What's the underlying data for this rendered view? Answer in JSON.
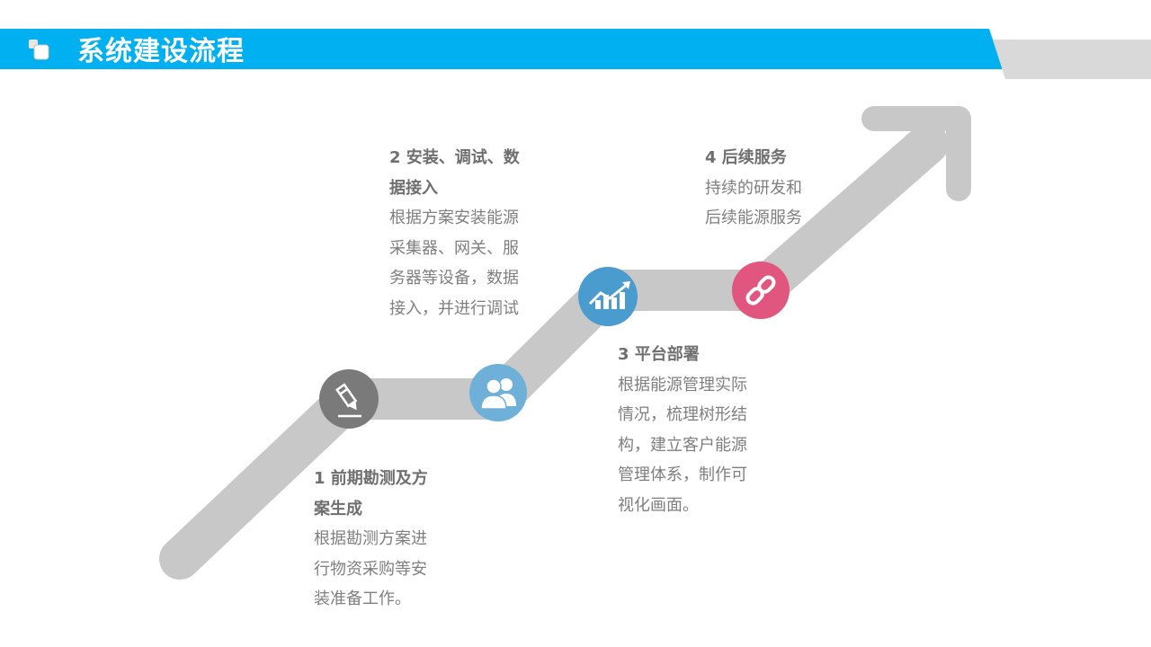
{
  "header": {
    "title": "系统建设流程"
  },
  "steps": [
    {
      "title": "1 前期勘测及方案生成",
      "desc": "根据勘测方案进行物资采购等安装准备工作。",
      "icon": "pencil-icon",
      "color": "#7a7a7a"
    },
    {
      "title": "2 安装、调试、数据接入",
      "desc": "根据方案安装能源采集器、网关、服务器等设备，数据接入，并进行调试",
      "icon": "users-icon",
      "color": "#6fb0d8"
    },
    {
      "title": "3 平台部署",
      "desc": "根据能源管理实际情况，梳理树形结构，建立客户能源管理体系，制作可视化画面。",
      "icon": "chart-icon",
      "color": "#4a9ccf"
    },
    {
      "title": "4 后续服务",
      "desc": "持续的研发和后续能源服务",
      "icon": "link-icon",
      "color": "#e0567f"
    }
  ],
  "colors": {
    "accent": "#00b0f0",
    "path": "#c8c8c8",
    "tab": "#d9d9d9"
  }
}
